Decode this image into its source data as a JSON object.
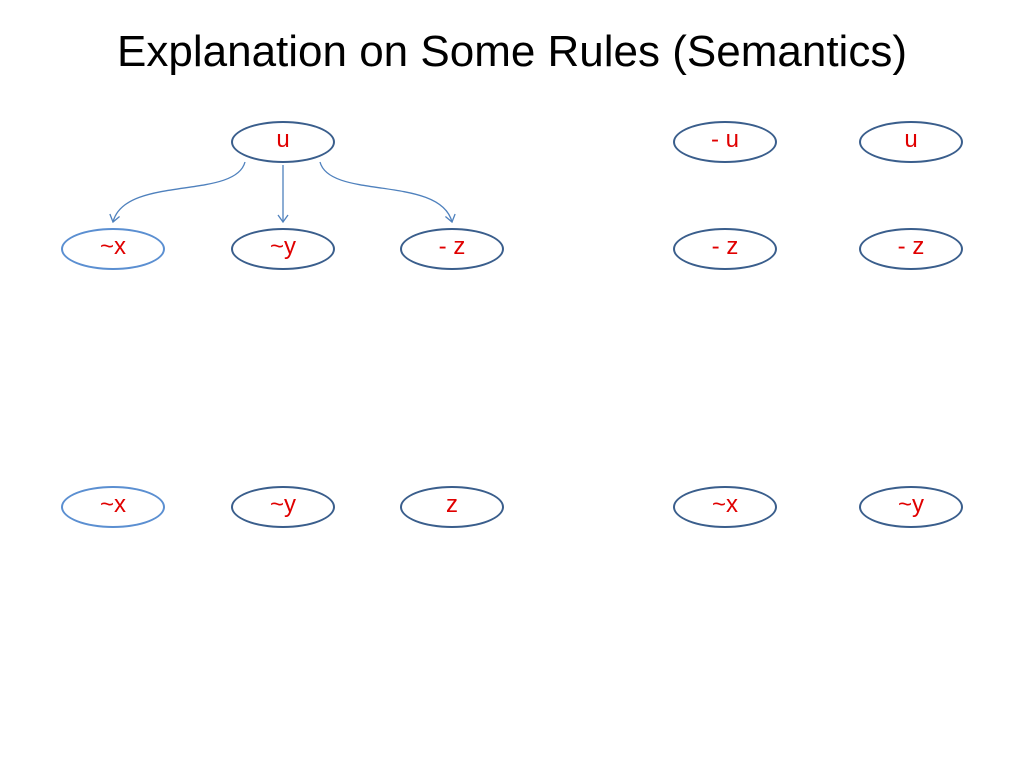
{
  "title": "Explanation on Some Rules (Semantics)",
  "colors": {
    "node_border": "#3a5e8c",
    "node_border_light": "#5b8fd1",
    "node_text": "#e00000",
    "edge": "#4f81bd"
  },
  "left_diagram": {
    "root": {
      "label": "u"
    },
    "children": [
      {
        "label": "~x"
      },
      {
        "label": "~y"
      },
      {
        "label": "- z"
      }
    ]
  },
  "left_bottom_row": [
    {
      "label": "~x"
    },
    {
      "label": "~y"
    },
    {
      "label": "z"
    }
  ],
  "right_top_row": [
    {
      "label": "- u"
    },
    {
      "label": "u"
    }
  ],
  "right_middle_row": [
    {
      "label": "- z"
    },
    {
      "label": "- z"
    }
  ],
  "right_bottom_row": [
    {
      "label": "~x"
    },
    {
      "label": "~y"
    }
  ]
}
